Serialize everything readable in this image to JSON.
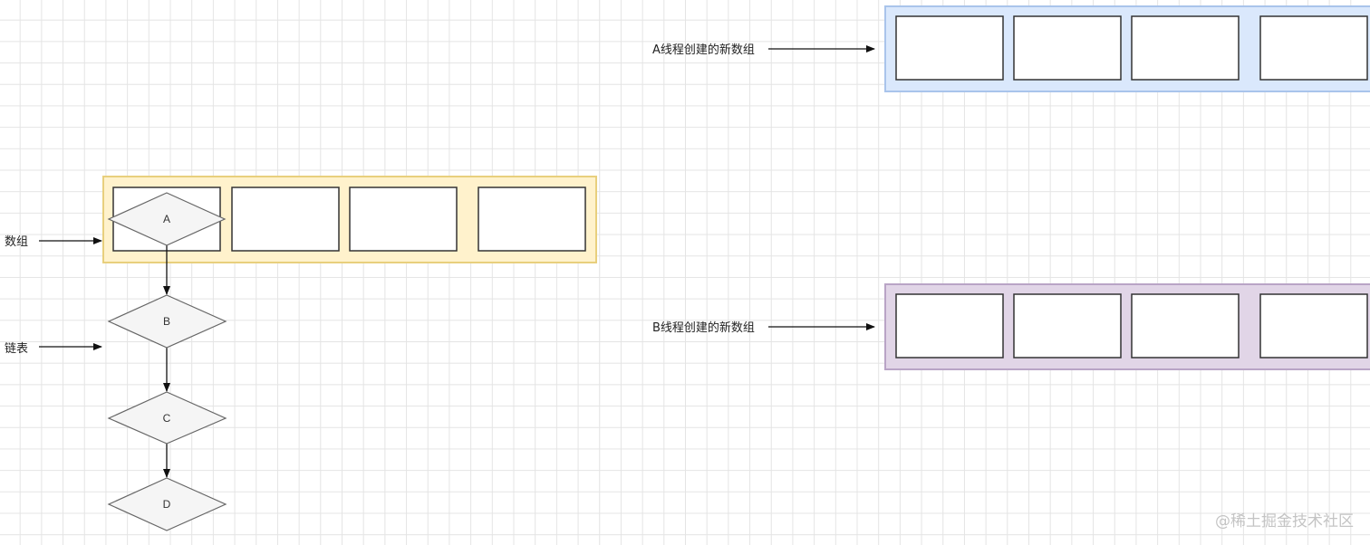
{
  "labels": {
    "array": "数组",
    "linked_list": "链表",
    "thread_a_array": "A线程创建的新数组",
    "thread_b_array": "B线程创建的新数组"
  },
  "nodes": [
    "A",
    "B",
    "C",
    "D"
  ],
  "colors": {
    "main_array_fill": "#fff2cc",
    "main_array_border": "#e8cf7d",
    "thread_a_fill": "#dae8fc",
    "thread_a_border": "#a9c4eb",
    "thread_b_fill": "#e1d5e7",
    "thread_b_border": "#b9a4c6",
    "node_fill": "#f5f5f5",
    "node_border": "#666666",
    "slot_border": "#333333"
  },
  "watermark": "@稀土掘金技术社区"
}
